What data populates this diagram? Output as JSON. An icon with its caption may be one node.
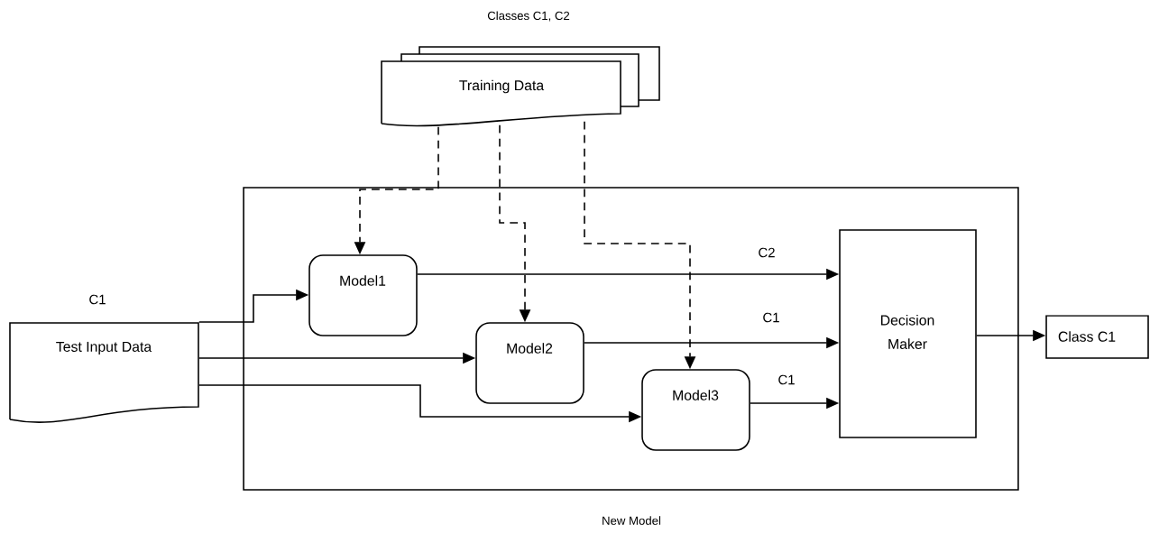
{
  "diagram": {
    "nodes": [
      {
        "text": [
          "New Model"
        ]
      },
      {
        "text": [
          "Training Data"
        ],
        "beside": [
          "Classes C1, C2"
        ]
      },
      {
        "text": [
          "Test Input Data"
        ],
        "beside": [
          "C1"
        ]
      },
      {
        "text": [
          "Model1"
        ],
        "in": 0
      },
      {
        "text": [
          "Model2"
        ],
        "in": 0
      },
      {
        "text": [
          "Model3"
        ],
        "in": 0
      },
      {
        "text": [
          "Decision Maker"
        ],
        "in": 0
      },
      {
        "text": [
          "Class C1"
        ]
      }
    ],
    "edges": [
      {
        "from": 1,
        "to": 3,
        "arrow": "to",
        "style": "dashed"
      },
      {
        "from": 1,
        "to": 4,
        "arrow": "to",
        "style": "dashed"
      },
      {
        "from": 1,
        "to": 5,
        "arrow": "to",
        "style": "dashed"
      },
      {
        "from": 2,
        "to": 3,
        "arrow": "to"
      },
      {
        "from": 2,
        "to": 4,
        "arrow": "to"
      },
      {
        "from": 2,
        "to": 5,
        "arrow": "to"
      },
      {
        "from": 3,
        "to": 6,
        "label": "C2",
        "arrow": "to"
      },
      {
        "from": 4,
        "to": 6,
        "label": "C1",
        "arrow": "to"
      },
      {
        "from": 5,
        "to": 6,
        "label": "C1",
        "arrow": "to"
      },
      {
        "from": 6,
        "to": 7,
        "arrow": "to"
      }
    ]
  }
}
